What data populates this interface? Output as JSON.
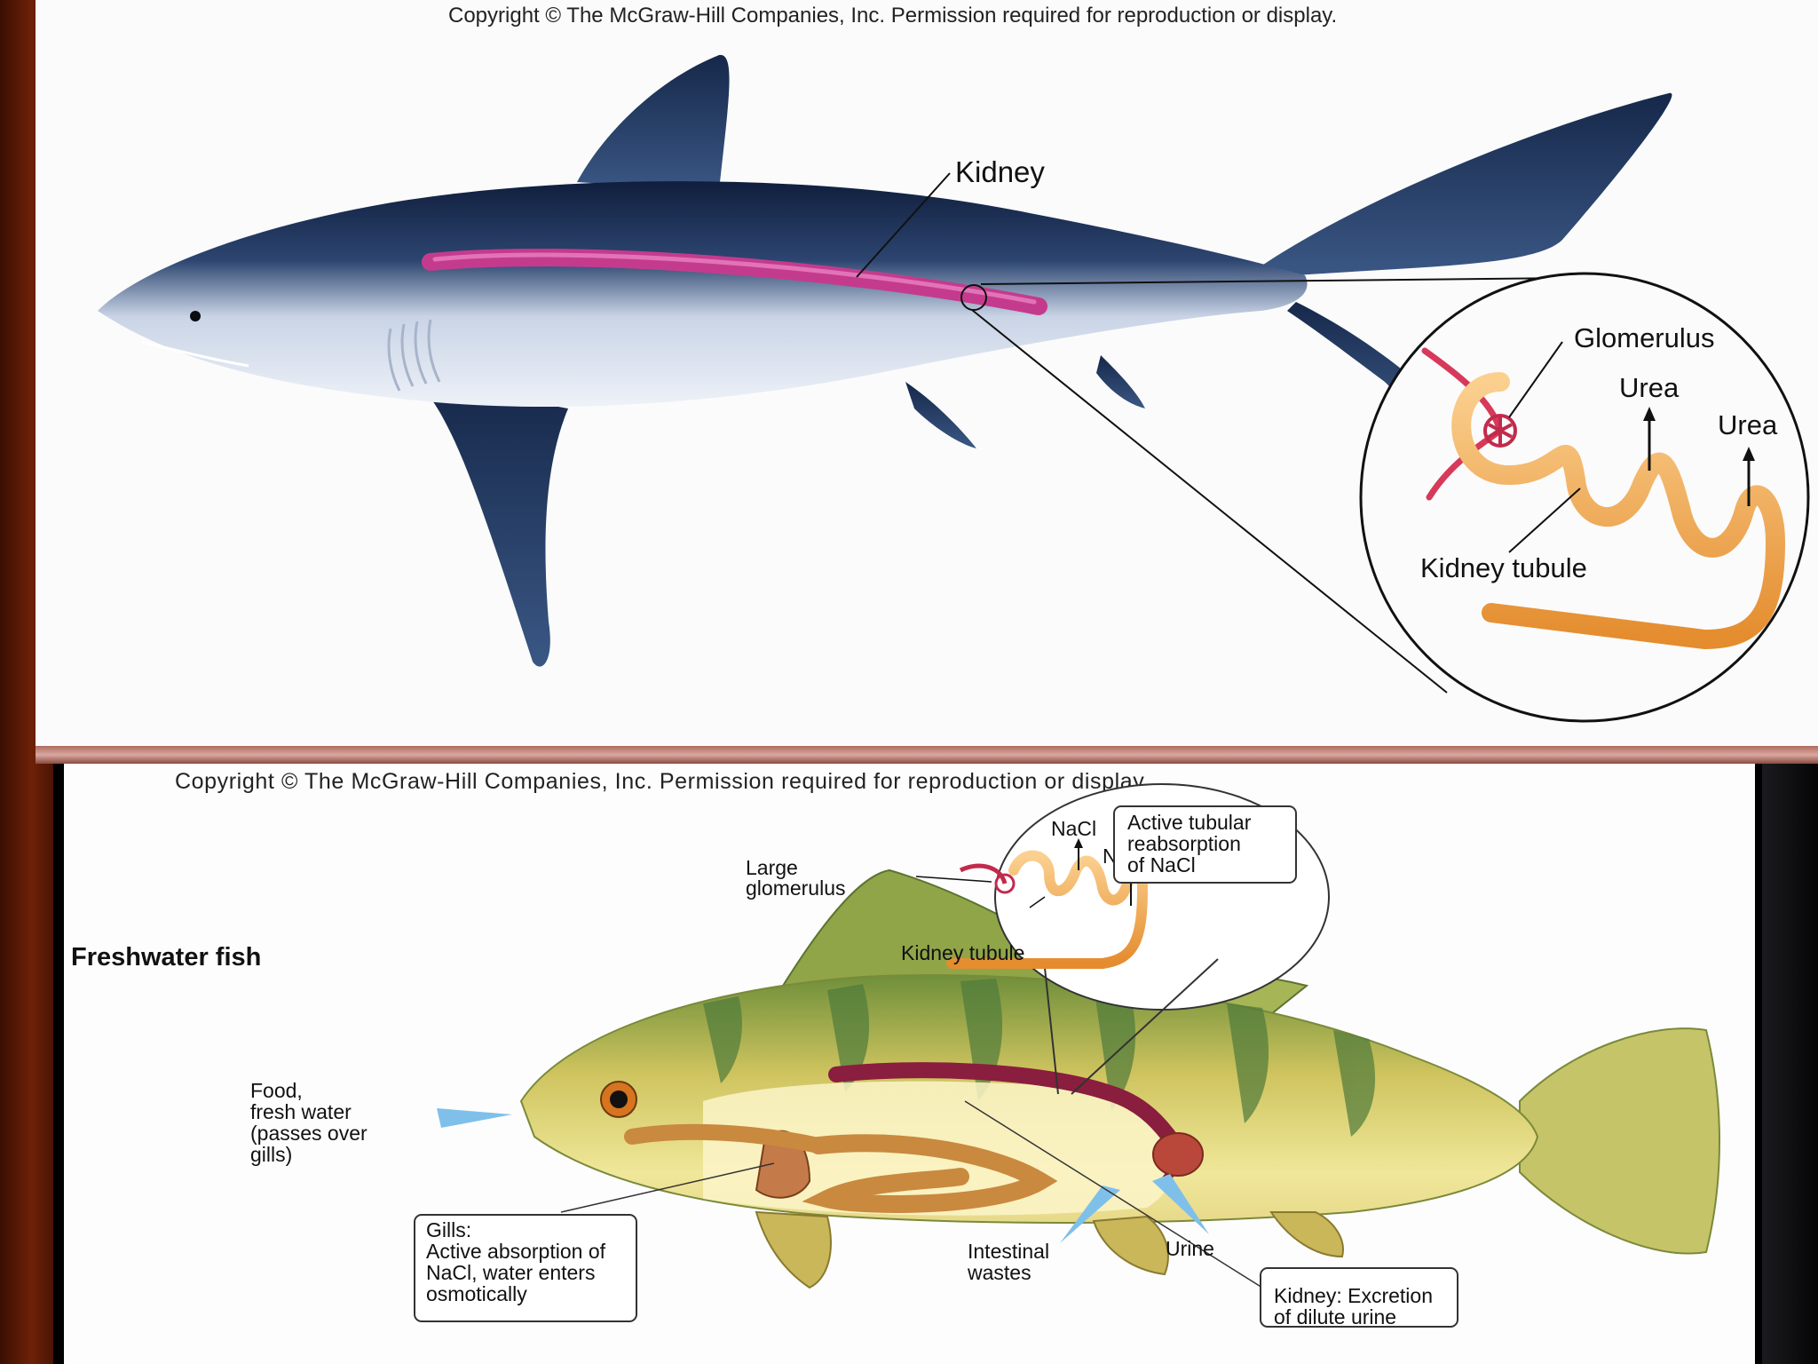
{
  "top_panel": {
    "copyright": "Copyright © The McGraw-Hill Companies, Inc. Permission required for reproduction or display.",
    "labels": {
      "kidney": "Kidney",
      "glomerulus": "Glomerulus",
      "urea_1": "Urea",
      "urea_2": "Urea",
      "kidney_tubule": "Kidney tubule"
    }
  },
  "bottom_panel": {
    "copyright": "Copyright © The McGraw-Hill Companies, Inc. Permission required for reproduction or display.",
    "title": "Freshwater fish",
    "labels": {
      "large_glomerulus_1": "Large",
      "large_glomerulus_2": "glomerulus",
      "nacl_1": "NaCl",
      "nacl_2": "NaCl",
      "kidney_tubule": "Kidney tubule",
      "food_1": "Food,",
      "food_2": "fresh water",
      "food_3": "(passes over",
      "food_4": "gills)",
      "intestinal_1": "Intestinal",
      "intestinal_2": "wastes",
      "urine": "Urine"
    },
    "boxes": {
      "active_tubular": [
        "Active tubular",
        "reabsorption",
        "of NaCl"
      ],
      "kidney_excretion": [
        "Kidney: Excretion",
        "of dilute urine"
      ],
      "gills": [
        "Gills:",
        "Active absorption of",
        "NaCl, water enters",
        "osmotically"
      ]
    }
  },
  "colors": {
    "shark_body": "#2a3f66",
    "shark_belly": "#dfe6f2",
    "kidney": "#c43b8e",
    "tubule": "#f2a54e",
    "blood_vessel": "#d7395a",
    "fish_body": "#c9c25a",
    "fish_stripes": "#4f7a3a",
    "fish_kidney": "#8a1e3e",
    "arrow_blue": "#7fc0ea"
  }
}
